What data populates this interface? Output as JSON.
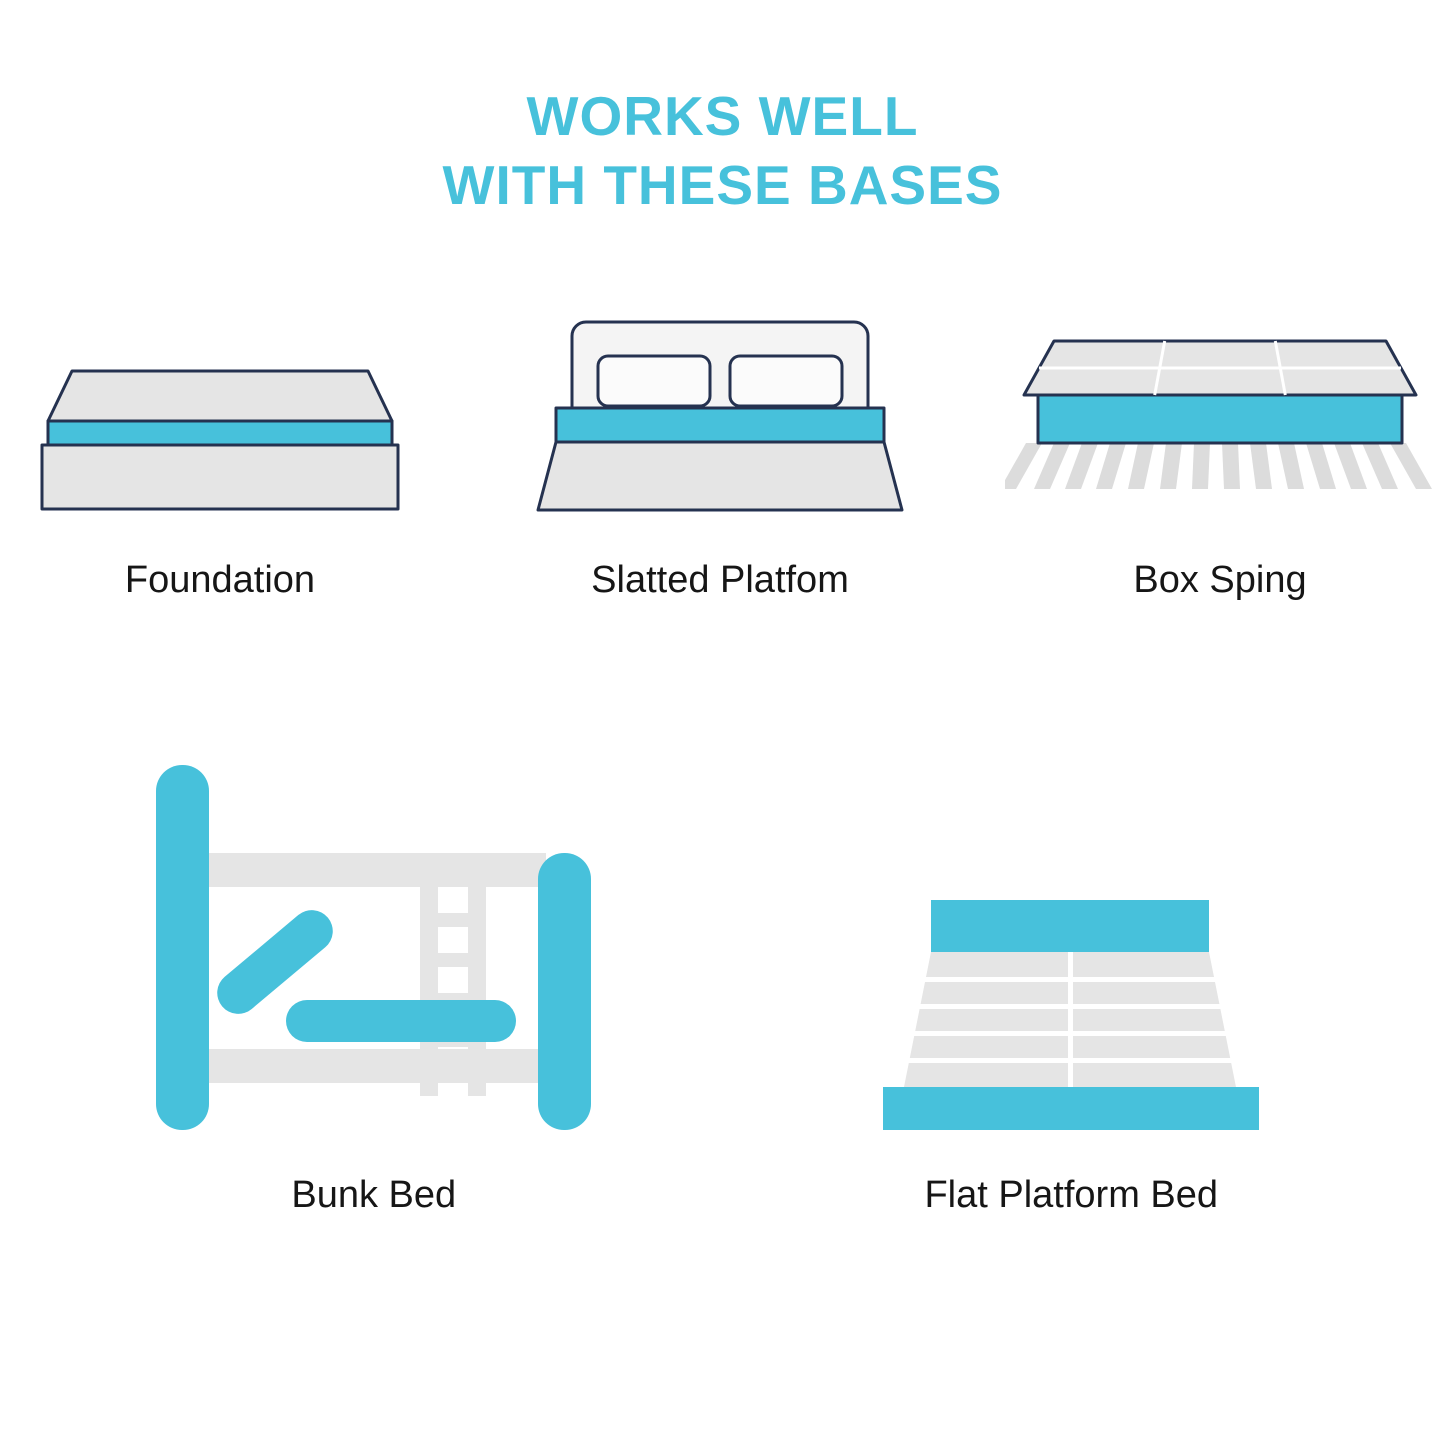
{
  "title": {
    "line1": "WORKS WELL",
    "line2": "WITH THESE BASES"
  },
  "colors": {
    "accent": "#47C1DB",
    "outline": "#253250",
    "gray": "#E5E5E5"
  },
  "bases": [
    {
      "id": "foundation",
      "label": "Foundation",
      "icon": "foundation-icon"
    },
    {
      "id": "slatted-platform",
      "label": "Slatted Platfom",
      "icon": "slatted-platform-icon"
    },
    {
      "id": "box-spring",
      "label": "Box Sping",
      "icon": "box-spring-icon"
    },
    {
      "id": "bunk-bed",
      "label": "Bunk Bed",
      "icon": "bunk-bed-icon"
    },
    {
      "id": "flat-platform-bed",
      "label": "Flat Platform Bed",
      "icon": "flat-platform-bed-icon"
    }
  ]
}
